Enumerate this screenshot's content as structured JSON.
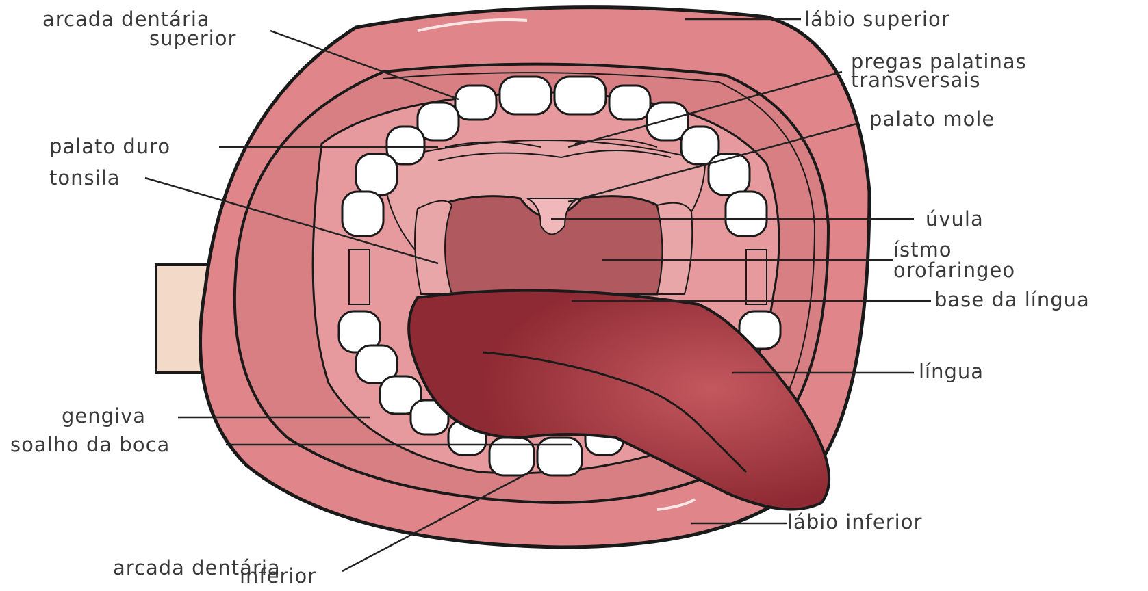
{
  "labels": {
    "arcada_superior_1": "arcada dentária",
    "arcada_superior_2": "superior",
    "labio_superior": "lábio superior",
    "pregas_1": "pregas palatinas",
    "pregas_2": "transversais",
    "palato_mole": "palato mole",
    "palato_duro": "palato duro",
    "tonsila": "tonsila",
    "uvula": "úvula",
    "istmo_1": "ístmo",
    "istmo_2": "orofaringeo",
    "base_lingua": "base da língua",
    "lingua": "língua",
    "gengiva": "gengiva",
    "soalho": "soalho da boca",
    "labio_inferior": "lábio inferior",
    "arcada_inferior_1": "arcada dentária",
    "arcada_inferior_2": "inferior"
  },
  "colors": {
    "lip": "#e0868a",
    "lip_dark": "#c86a70",
    "gum": "#e79a9d",
    "palate": "#d87f83",
    "throat": "#b05a60",
    "tongue": "#8e2a33",
    "tongue_highlight": "#c4585f",
    "tooth": "#ffffff",
    "finger": "#f2d9c8",
    "outline": "#1a1a1a",
    "leader": "#222222"
  }
}
